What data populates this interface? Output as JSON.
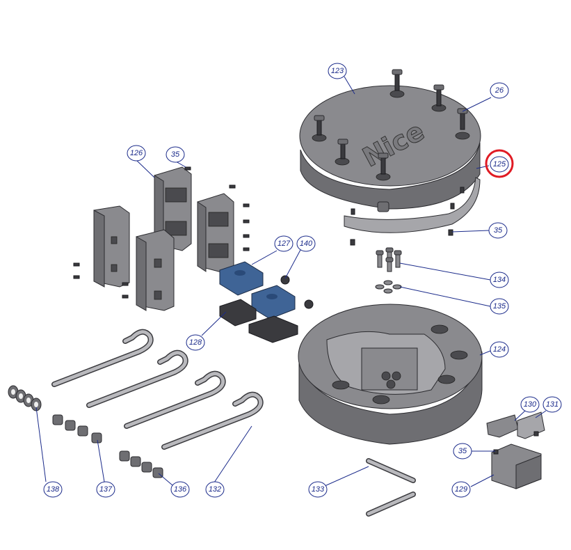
{
  "logo": "Nice",
  "highlight_color": "#e01b24",
  "callout_color": "#1a2a8a",
  "callouts": {
    "c123": "123",
    "c26": "26",
    "c125": "125",
    "c126": "126",
    "c35a": "35",
    "c35b": "35",
    "c35c": "35",
    "c127": "127",
    "c140": "140",
    "c134": "134",
    "c135": "135",
    "c128": "128",
    "c124": "124",
    "c130": "130",
    "c131": "131",
    "c138": "138",
    "c137": "137",
    "c136": "136",
    "c132": "132",
    "c133": "133",
    "c129": "129"
  },
  "highlighted_callout": "125"
}
